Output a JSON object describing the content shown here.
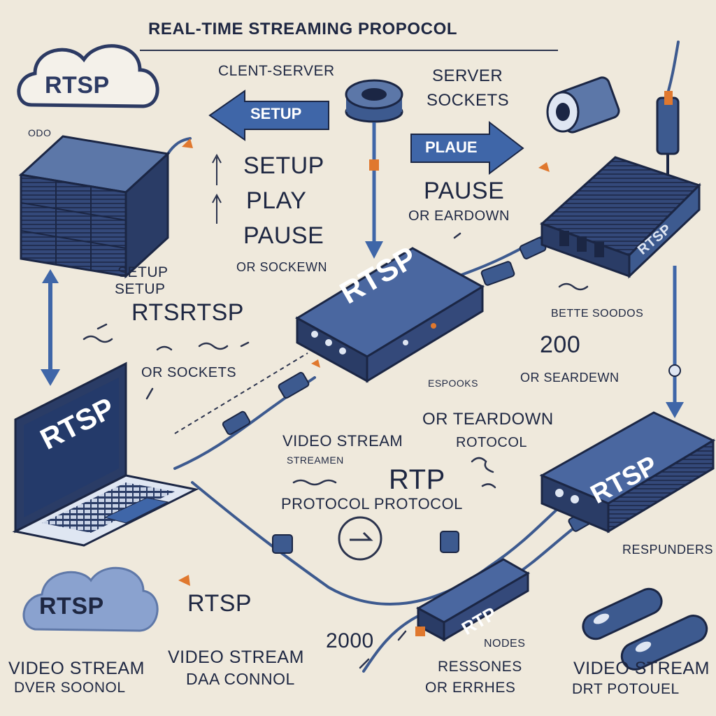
{
  "title": "REAL-TIME STREAMING PROPOCOL",
  "logos": {
    "top_cloud": "RTSP",
    "bottom_cloud": "RTSP"
  },
  "arrows": {
    "setup_arrow": "SETUP",
    "pause_arrow": "PLAUE"
  },
  "devices": {
    "center_router": "RTSP",
    "laptop_screen": "RTSP",
    "right_top_server": "RTSP",
    "right_bottom_router": "RTSP",
    "rtp_dongle": "RTP"
  },
  "labels": {
    "client_server": "CLENT-SERVER",
    "server_sockets_1": "SERVER",
    "server_sockets_2": "SOCKETS",
    "cmd_setup": "SETUP",
    "cmd_play": "PLAY",
    "cmd_pause": "PAUSE",
    "or_sockewn": "OR SOCKEWN",
    "pause_right": "PAUSE",
    "or_eardown": "OR EARDOWN",
    "setup_left_1": "SETUP",
    "setup_left_2": "SETUP",
    "rtsrtsp": "RTSRTSP",
    "or_sockets": "OR SOCKETS",
    "small_tag": "ODO",
    "bette_soodos": "BETTE SOODOS",
    "num_200": "200",
    "or_seardewn": "OR SEARDEWN",
    "espooks": "ESPOOKS",
    "or_teardown": "OR TEARDOWN",
    "video_stream_mid": "VIDEO STREAM",
    "rotocol": "ROTOCOL",
    "streamen": "STREAMEN",
    "rtp_mid": "RTP",
    "protocol_protocol": "PROTOCOL PROTOCOL",
    "respunders": "RESPUNDERS",
    "rtsp_bottom": "RTSP",
    "num_2000": "2000",
    "video_stream_b1": "VIDEO STREAM",
    "over_soonol": "DVER SOONOL",
    "video_stream_b2": "VIDEO STREAM",
    "daa_connol": "DAA CONNOL",
    "nodes": "NODES",
    "ressones": "RESSONES",
    "or_errhes": "OR ERRHES",
    "video_stream_b3": "VIDEO STREAM",
    "drt_potouel": "DRT POTOUEL"
  },
  "colors": {
    "background": "#efe9dc",
    "ink": "#1e2742",
    "device_blue": "#3d5a8f",
    "device_dark": "#26385e",
    "accent_orange": "#e0782e",
    "arrow_blue": "#3f66a8"
  }
}
